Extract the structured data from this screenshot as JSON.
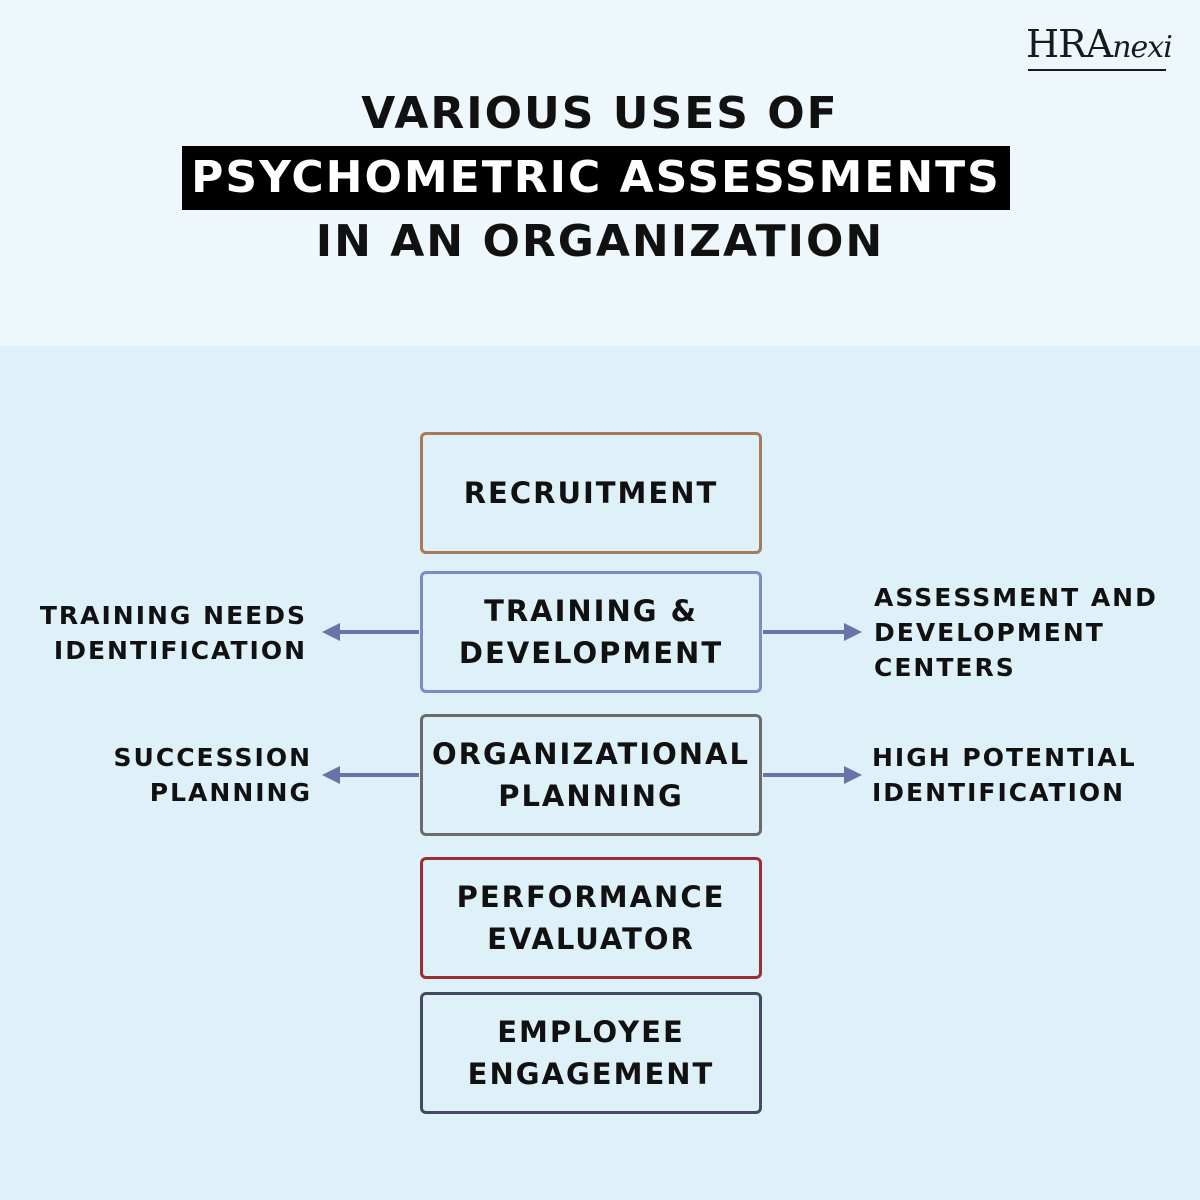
{
  "logo": {
    "upper": "HRA",
    "lower": "nexi"
  },
  "title": {
    "line1": "VARIOUS USES OF",
    "line2": "PSYCHOMETRIC ASSESSMENTS",
    "line3": "IN AN ORGANIZATION"
  },
  "boxes": [
    {
      "label": "RECRUITMENT",
      "border_color": "#a87a5a"
    },
    {
      "label": "TRAINING &\nDEVELOPMENT",
      "border_color": "#7b8bc4"
    },
    {
      "label": "ORGANIZATIONAL\nPLANNING",
      "border_color": "#6b6b6b"
    },
    {
      "label": "PERFORMANCE\nEVALUATOR",
      "border_color": "#9b2d35"
    },
    {
      "label": "EMPLOYEE\nENGAGEMENT",
      "border_color": "#454a62"
    }
  ],
  "branches": {
    "training_left": "TRAINING NEEDS\nIDENTIFICATION",
    "training_right": "ASSESSMENT AND\nDEVELOPMENT\nCENTERS",
    "planning_left": "SUCCESSION\nPLANNING",
    "planning_right": "HIGH POTENTIAL\nIDENTIFICATION"
  },
  "colors": {
    "top_background": "#eef7fb",
    "bottom_background": "#def0f8",
    "arrow": "#6a73a8",
    "title_highlight_bg": "#000000"
  }
}
